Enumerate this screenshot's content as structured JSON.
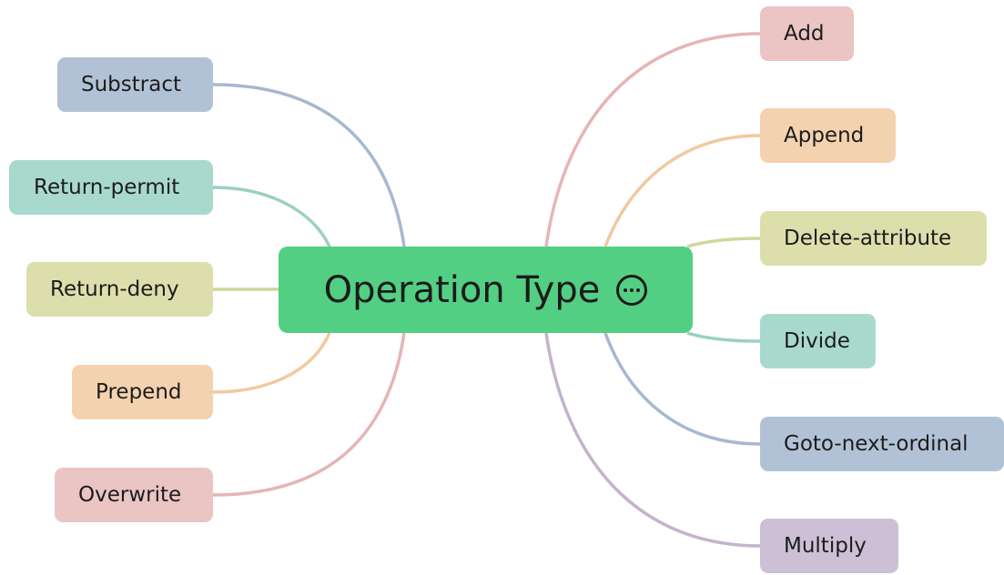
{
  "center": {
    "label": "Operation Type",
    "icon": "more-options-icon",
    "color": "#52cf83"
  },
  "left_nodes": [
    {
      "label": "Substract",
      "color": "#b2c2d6",
      "line": "#a7b8cf"
    },
    {
      "label": "Return-permit",
      "color": "#a9d9cd",
      "line": "#9bd0c2"
    },
    {
      "label": "Return-deny",
      "color": "#dcdfac",
      "line": "#d1d69c"
    },
    {
      "label": "Prepend",
      "color": "#f4d2af",
      "line": "#f1c99f"
    },
    {
      "label": "Overwrite",
      "color": "#ebc4c4",
      "line": "#e5b5b5"
    }
  ],
  "right_nodes": [
    {
      "label": "Add",
      "color": "#ebc4c4",
      "line": "#e5b5b5"
    },
    {
      "label": "Append",
      "color": "#f4d2af",
      "line": "#f1c99f"
    },
    {
      "label": "Delete-attribute",
      "color": "#dcdfac",
      "line": "#d1d69c"
    },
    {
      "label": "Divide",
      "color": "#a9d9cd",
      "line": "#9bd0c2"
    },
    {
      "label": "Goto-next-ordinal",
      "color": "#b2c2d6",
      "line": "#a7b8cf"
    },
    {
      "label": "Multiply",
      "color": "#cdbfd5",
      "line": "#c3b3cd"
    }
  ]
}
